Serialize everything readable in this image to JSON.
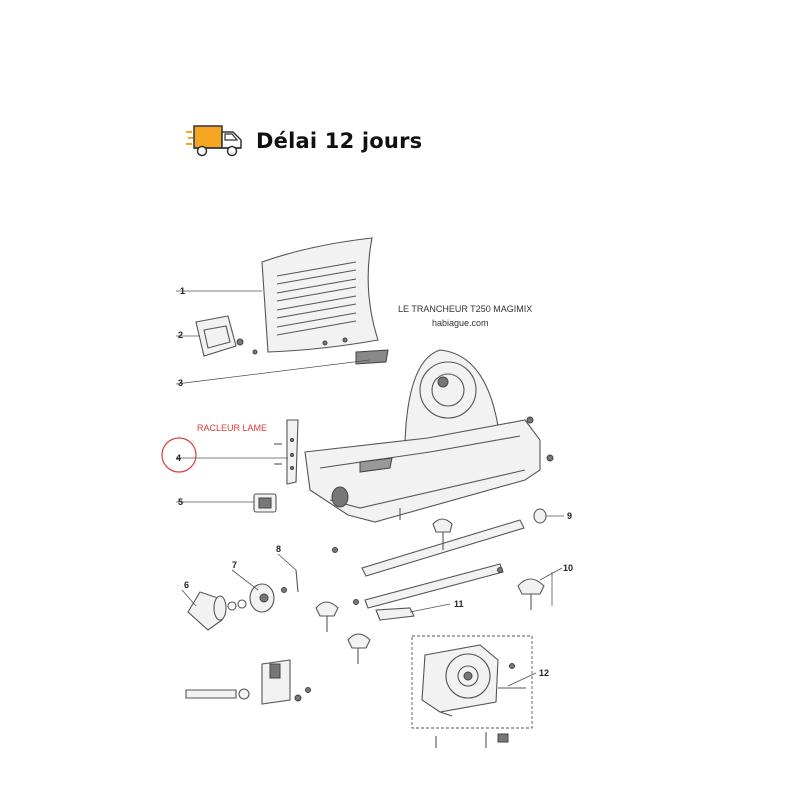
{
  "delivery": {
    "icon": "delivery-truck-icon",
    "text": "Délai 12 jours",
    "truck_color": "#f5a623"
  },
  "diagram": {
    "title": "LE TRANCHEUR T250 MAGIMIX",
    "website": "habiague.com",
    "highlight_label": "RACLEUR LAME",
    "highlight_color": "#e03a3a",
    "part_numbers": [
      "1",
      "2",
      "3",
      "4",
      "5",
      "6",
      "7",
      "8",
      "9",
      "10",
      "11",
      "12"
    ]
  }
}
